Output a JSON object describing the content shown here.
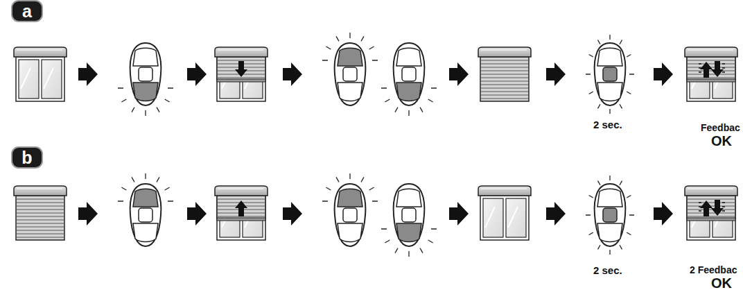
{
  "diagram": {
    "nodes": [
      {
        "text": [
          "a"
        ]
      },
      {
        "text": [
          "b"
        ]
      }
    ],
    "labels": [
      "2 sec.",
      "Feedbac",
      "OK",
      "2 sec.",
      "2 Feedbac",
      "OK"
    ]
  }
}
